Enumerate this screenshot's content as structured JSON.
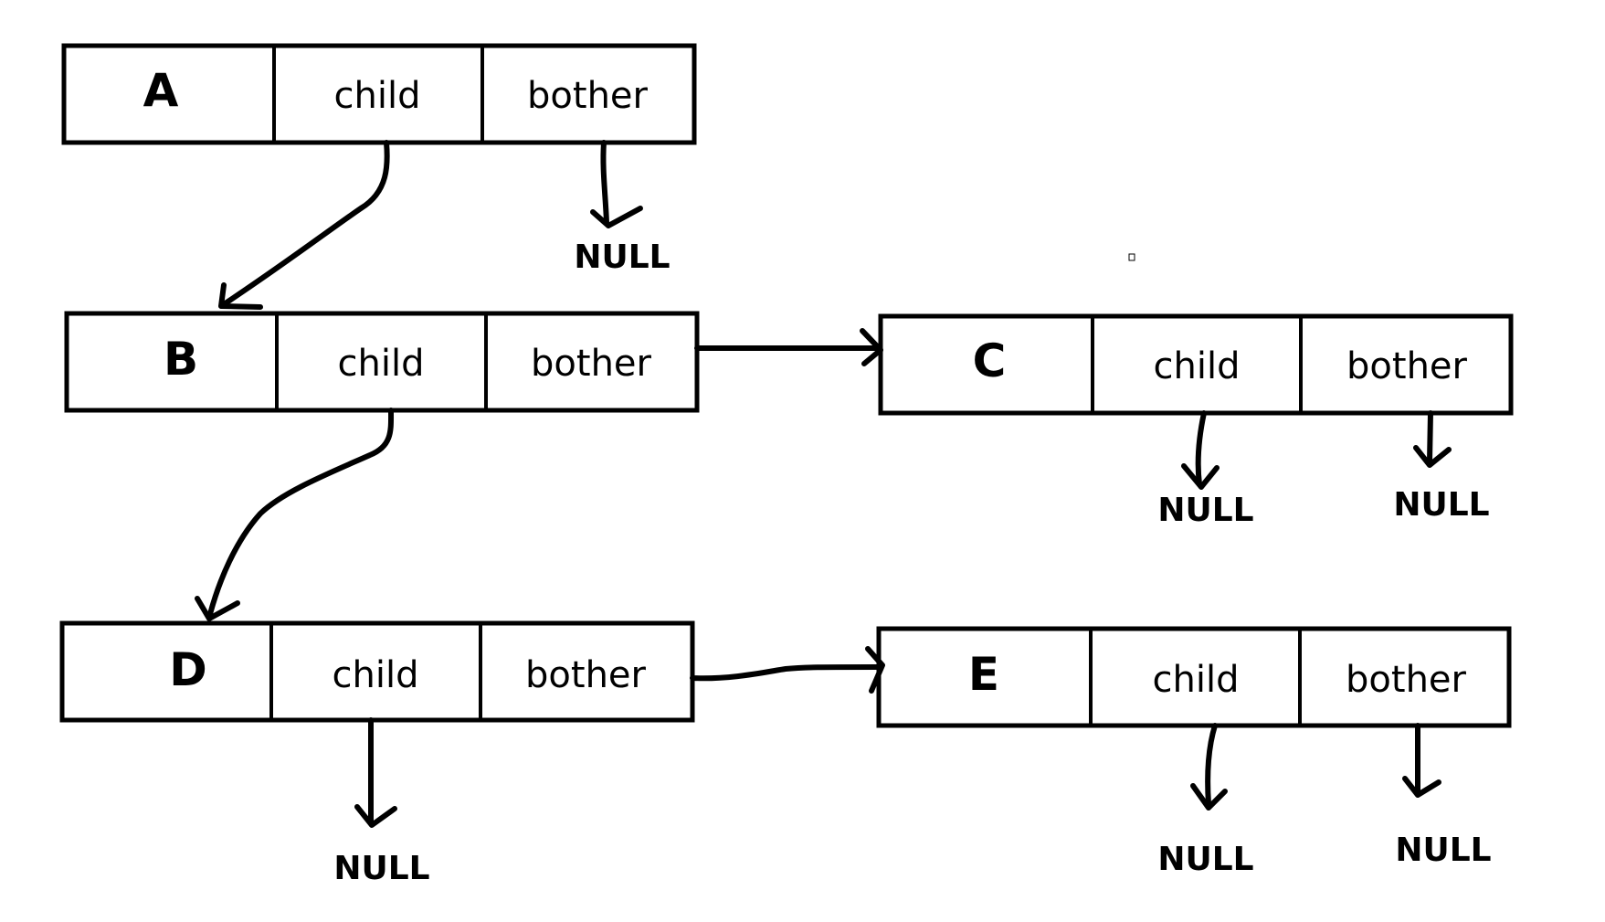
{
  "nodes": [
    {
      "id": "A",
      "label": "A",
      "child_label": "child",
      "brother_label": "bother"
    },
    {
      "id": "B",
      "label": "B",
      "child_label": "child",
      "brother_label": "bother"
    },
    {
      "id": "C",
      "label": "C",
      "child_label": "child",
      "brother_label": "bother"
    },
    {
      "id": "D",
      "label": "D",
      "child_label": "child",
      "brother_label": "bother"
    },
    {
      "id": "E",
      "label": "E",
      "child_label": "child",
      "brother_label": "bother"
    }
  ],
  "null_labels": {
    "a_brother": "NULL",
    "c_child": "NULL",
    "c_brother": "NULL",
    "d_child": "NULL",
    "e_child": "NULL",
    "e_brother": "NULL"
  },
  "edges": [
    {
      "from": "A.child",
      "to": "B"
    },
    {
      "from": "A.bother",
      "to": "NULL"
    },
    {
      "from": "B.child",
      "to": "D"
    },
    {
      "from": "B.bother",
      "to": "C"
    },
    {
      "from": "C.child",
      "to": "NULL"
    },
    {
      "from": "C.bother",
      "to": "NULL"
    },
    {
      "from": "D.child",
      "to": "NULL"
    },
    {
      "from": "D.bother",
      "to": "E"
    },
    {
      "from": "E.child",
      "to": "NULL"
    },
    {
      "from": "E.bother",
      "to": "NULL"
    }
  ],
  "colors": {
    "stroke": "#000000",
    "background": "#ffffff"
  }
}
